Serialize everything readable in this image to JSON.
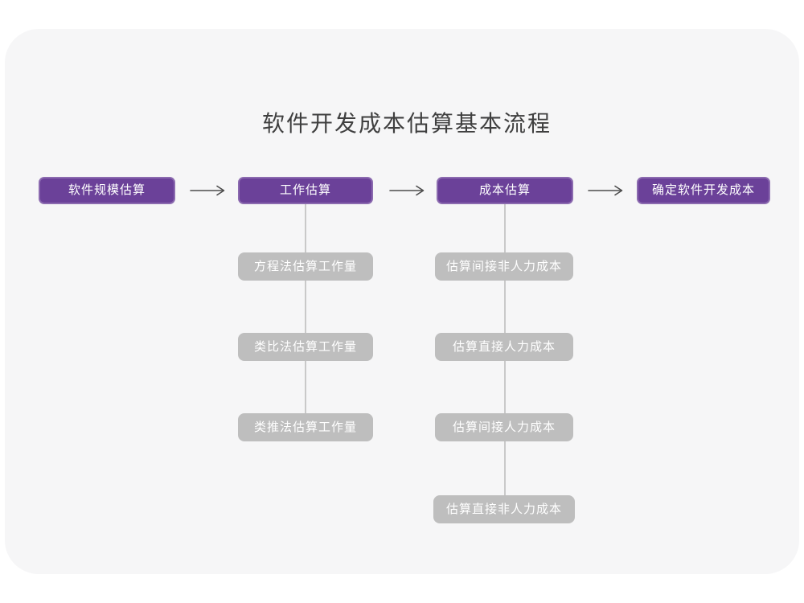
{
  "title": "软件开发成本估算基本流程",
  "flow": {
    "main_steps": [
      {
        "label": "软件规模估算"
      },
      {
        "label": "工作估算"
      },
      {
        "label": "成本估算"
      },
      {
        "label": "确定软件开发成本"
      }
    ],
    "work_sub_steps": [
      "方程法估算工作量",
      "类比法估算工作量",
      "类推法估算工作量"
    ],
    "cost_sub_steps": [
      "估算间接非人力成本",
      "估算直接人力成本",
      "估算间接人力成本",
      "估算直接非人力成本"
    ]
  },
  "colors": {
    "accent_purple": "#6B4199",
    "sub_node_gray": "#BEBEBE",
    "card_background": "#F6F6F7",
    "connector_gray": "#C9C9C9",
    "arrow_dark": "#4D4D4D",
    "title_text": "#3F3F3F",
    "node_text": "#FFFFFF"
  }
}
